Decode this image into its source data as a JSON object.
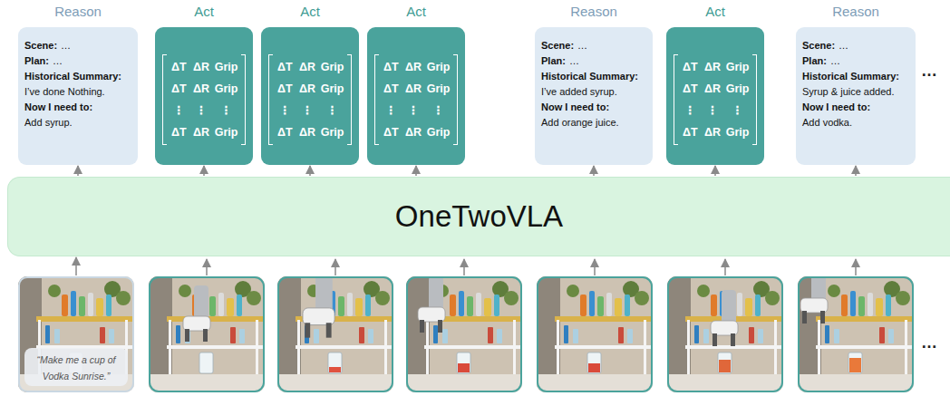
{
  "diagram": {
    "nodes": [
      {
        "text": [
          "Reason",
          "Scene:",
          "…",
          "Plan:",
          "…",
          "Historical Summary:",
          "I’ve done Nothing.",
          "Now I need to:",
          "Add syrup."
        ]
      },
      {
        "text": [
          "Act",
          "ΔT",
          "ΔR",
          "Grip",
          "ΔT",
          "ΔR",
          "Grip",
          "⋮",
          "⋮",
          "⋮",
          "ΔT",
          "ΔR",
          "Grip"
        ]
      },
      {
        "text": [
          "Act",
          "ΔT",
          "ΔR",
          "Grip",
          "ΔT",
          "ΔR",
          "Grip",
          "⋮",
          "⋮",
          "⋮",
          "ΔT",
          "ΔR",
          "Grip"
        ]
      },
      {
        "text": [
          "Act",
          "ΔT",
          "ΔR",
          "Grip",
          "ΔT",
          "ΔR",
          "Grip",
          "⋮",
          "⋮",
          "⋮",
          "ΔT",
          "ΔR",
          "Grip"
        ]
      },
      {
        "text": [
          "Reason",
          "Scene:",
          "…",
          "Plan:",
          "…",
          "Historical Summary:",
          "I’ve added syrup.",
          "Now I need to:",
          "Add orange juice."
        ]
      },
      {
        "text": [
          "Act",
          "ΔT",
          "ΔR",
          "Grip",
          "ΔT",
          "ΔR",
          "Grip",
          "⋮",
          "⋮",
          "⋮",
          "ΔT",
          "ΔR",
          "Grip"
        ]
      },
      {
        "text": [
          "Reason",
          "Scene:",
          "…",
          "Plan:",
          "…",
          "Historical Summary:",
          "Syrup & juice added.",
          "Now I need to:",
          "Add vodka."
        ]
      },
      {
        "text": [
          "OneTwoVLA"
        ]
      },
      {
        "text": [
          "“Make me a cup of Vodka Sunrise.”"
        ]
      }
    ],
    "edges": [
      {
        "from": 7,
        "to": 0,
        "arrow": "to"
      },
      {
        "from": 7,
        "to": 1,
        "arrow": "to"
      },
      {
        "from": 7,
        "to": 2,
        "arrow": "to"
      },
      {
        "from": 7,
        "to": 3,
        "arrow": "to"
      },
      {
        "from": 7,
        "to": 4,
        "arrow": "to"
      },
      {
        "from": 7,
        "to": 5,
        "arrow": "to"
      },
      {
        "from": 7,
        "to": 6,
        "arrow": "to"
      },
      {
        "from": 8,
        "to": 7,
        "arrow": "to"
      }
    ],
    "labels": [
      "…",
      "…"
    ]
  }
}
